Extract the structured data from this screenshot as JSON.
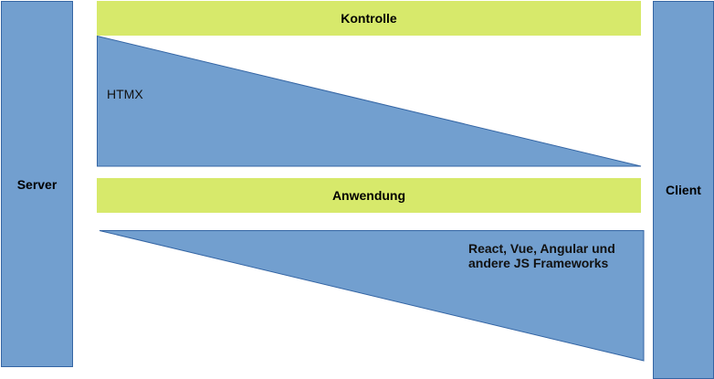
{
  "server_label": "Server",
  "client_label": "Client",
  "top_bar_label": "Kontrolle",
  "middle_bar_label": "Anwendung",
  "server_side_triangle_label": "HTMX",
  "client_side_triangle_label_line1": "React, Vue, Angular und",
  "client_side_triangle_label_line2": "andere JS Frameworks",
  "colors": {
    "shape_fill": "#729fcf",
    "shape_border": "#3465a4",
    "bar_fill": "#d7e96b"
  }
}
